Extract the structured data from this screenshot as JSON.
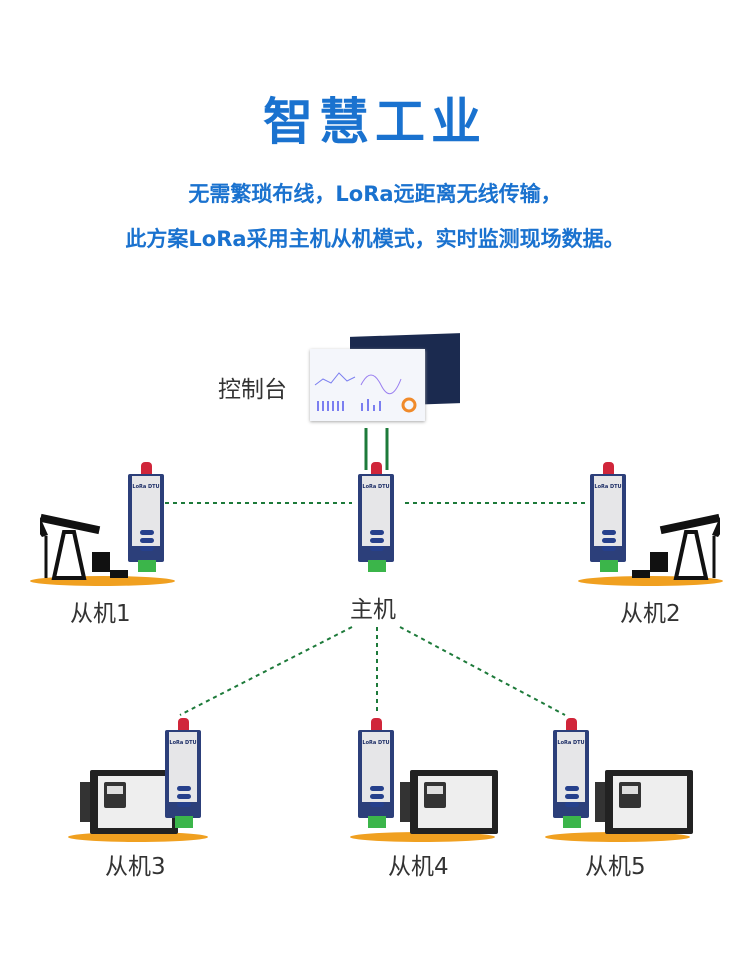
{
  "title": "智慧工业",
  "subtitle": [
    "无需繁琐布线，LoRa远距离无线传输，",
    "此方案LoRa采用主机从机模式，实时监测现场数据。"
  ],
  "console_label": "控制台",
  "device_label": "LoRa DTU",
  "master_label": "主机",
  "slaves": [
    "从机1",
    "从机2",
    "从机3",
    "从机4",
    "从机5"
  ],
  "colors": {
    "title": "#1a72cf",
    "link": "#1d7a3a",
    "device": "#2c3f7a",
    "base": "#f0a020"
  }
}
